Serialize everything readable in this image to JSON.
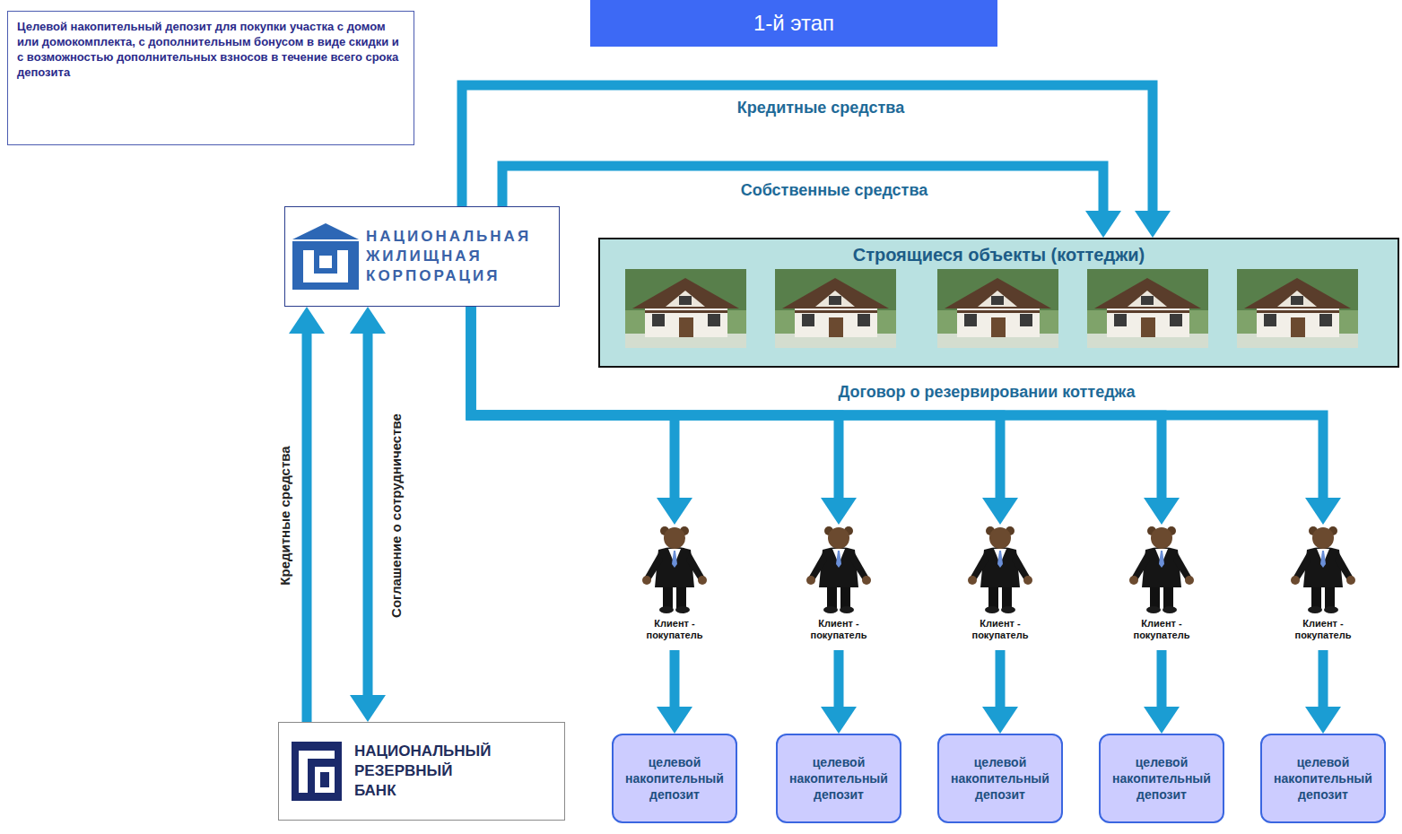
{
  "diagram": {
    "title": "1-й этап",
    "nodes": [
      {
        "text": [
          "Целевой накопительный депозит для покупки участка с домом или домокомплекта, с дополнительным бонусом в виде скидки и с возможностью дополнительных взносов в течение всего срока депозита"
        ]
      },
      {
        "text": [
          "НАЦИОНАЛЬНАЯ ЖИЛИЩНАЯ КОРПОРАЦИЯ"
        ]
      },
      {
        "text": [
          "Строящиеся объекты (коттеджи)"
        ]
      },
      {
        "text": [
          "Клиент - покупатель"
        ]
      },
      {
        "text": [
          "Клиент - покупатель"
        ]
      },
      {
        "text": [
          "Клиент - покупатель"
        ]
      },
      {
        "text": [
          "Клиент - покупатель"
        ]
      },
      {
        "text": [
          "Клиент - покупатель"
        ]
      },
      {
        "text": [
          "НАЦИОНАЛЬНЫЙ РЕЗЕРВНЫЙ БАНК"
        ]
      },
      {
        "text": [
          "целевой накопительный депозит"
        ]
      },
      {
        "text": [
          "целевой накопительный депозит"
        ]
      },
      {
        "text": [
          "целевой накопительный депозит"
        ]
      },
      {
        "text": [
          "целевой накопительный депозит"
        ]
      },
      {
        "text": [
          "целевой накопительный депозит"
        ]
      }
    ],
    "edges": [
      {
        "from": 8,
        "to": 1,
        "label": "Кредитные средства",
        "arrow": "to"
      },
      {
        "from": 1,
        "to": 8,
        "label": "Соглашение о сотрудничестве",
        "arrow": "both"
      },
      {
        "from": 1,
        "to": 2,
        "label": "Кредитные средства",
        "arrow": "to"
      },
      {
        "from": 1,
        "to": 2,
        "label": "Собственные средства",
        "arrow": "to"
      },
      {
        "from": 1,
        "to": 3,
        "label": "Договор о резервировании коттеджа",
        "arrow": "to"
      },
      {
        "from": 1,
        "to": 4,
        "arrow": "to"
      },
      {
        "from": 1,
        "to": 5,
        "arrow": "to"
      },
      {
        "from": 1,
        "to": 6,
        "arrow": "to"
      },
      {
        "from": 1,
        "to": 7,
        "arrow": "to"
      },
      {
        "from": 3,
        "to": 9,
        "arrow": "to"
      },
      {
        "from": 4,
        "to": 10,
        "arrow": "to"
      },
      {
        "from": 5,
        "to": 11,
        "arrow": "to"
      },
      {
        "from": 6,
        "to": 12,
        "arrow": "to"
      },
      {
        "from": 7,
        "to": 13,
        "arrow": "to"
      }
    ]
  }
}
